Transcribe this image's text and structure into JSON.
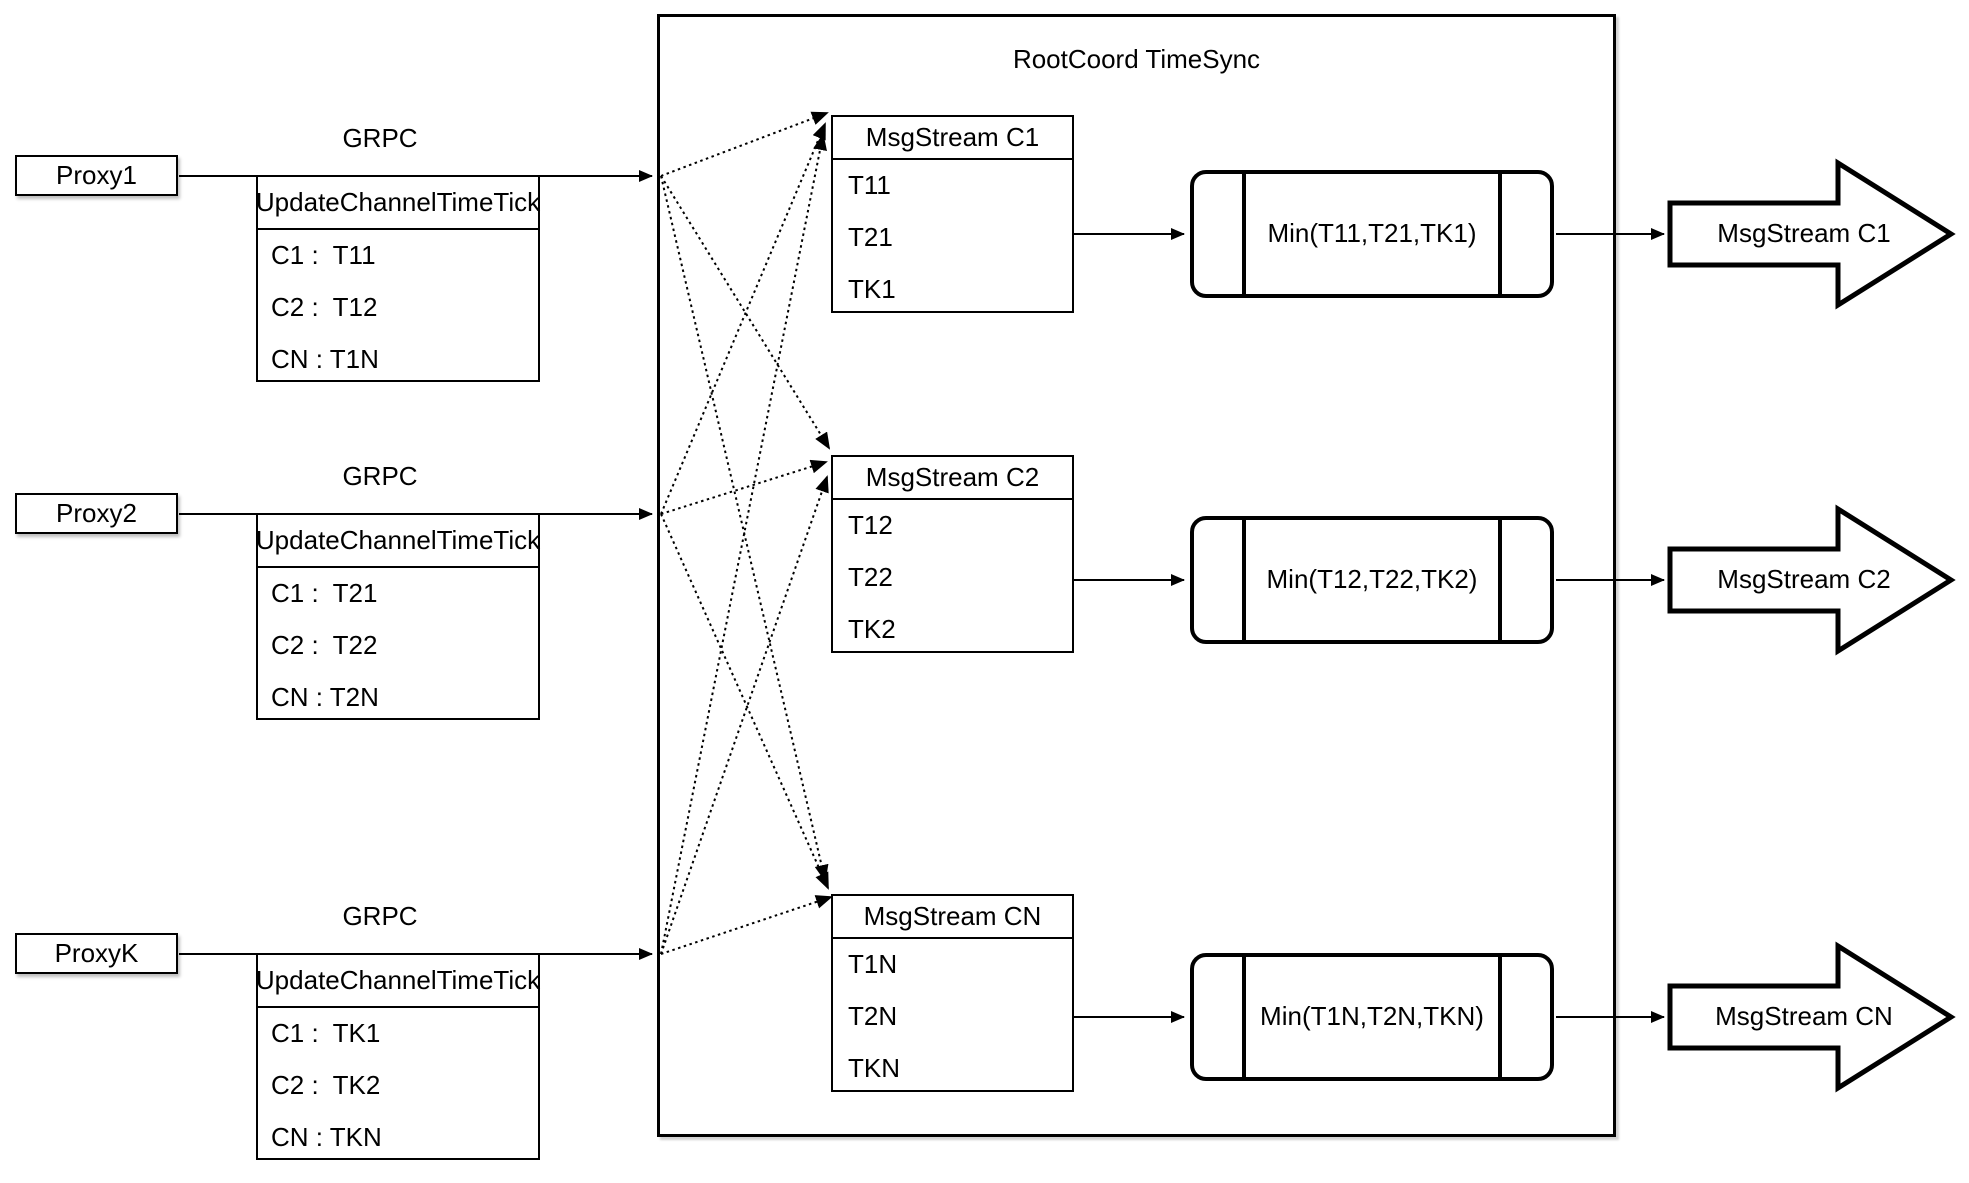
{
  "diagram_title": "RootCoord TimeSync",
  "proxies": [
    {
      "name": "Proxy1",
      "protocol": "GRPC",
      "update": {
        "header": "UpdateChannelTimeTick",
        "rows": [
          "C1 :  T11",
          "C2 :  T12",
          "CN : T1N"
        ]
      }
    },
    {
      "name": "Proxy2",
      "protocol": "GRPC",
      "update": {
        "header": "UpdateChannelTimeTick",
        "rows": [
          "C1 :  T21",
          "C2 :  T22",
          "CN : T2N"
        ]
      }
    },
    {
      "name": "ProxyK",
      "protocol": "GRPC",
      "update": {
        "header": "UpdateChannelTimeTick",
        "rows": [
          "C1 :  TK1",
          "C2 :  TK2",
          "CN : TKN"
        ]
      }
    }
  ],
  "channels": [
    {
      "stream_header": "MsgStream C1",
      "timestamps": [
        "T11",
        "T21",
        "TK1"
      ],
      "min_label": "Min(T11,T21,TK1)",
      "output_stream": "MsgStream C1"
    },
    {
      "stream_header": "MsgStream C2",
      "timestamps": [
        "T12",
        "T22",
        "TK2"
      ],
      "min_label": "Min(T12,T22,TK2)",
      "output_stream": "MsgStream C2"
    },
    {
      "stream_header": "MsgStream CN",
      "timestamps": [
        "T1N",
        "T2N",
        "TKN"
      ],
      "min_label": "Min(T1N,T2N,TKN)",
      "output_stream": "MsgStream CN"
    }
  ],
  "colors": {
    "stroke": "#000000",
    "background": "#ffffff"
  }
}
